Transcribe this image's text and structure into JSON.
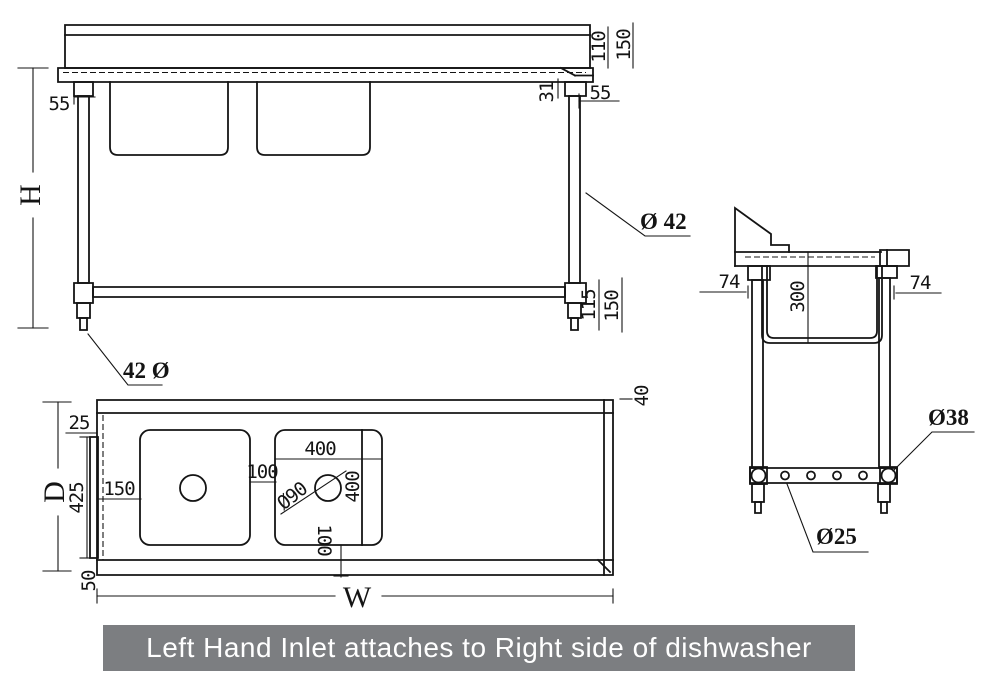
{
  "caption": {
    "text": "Left Hand Inlet attaches to Right side of dishwasher",
    "bg": "#7c7e81",
    "fg": "#ffffff"
  },
  "front_view": {
    "height_label": "H",
    "leg_inset_left": "55",
    "edge_step": "31",
    "leg_inset_right": "55",
    "splash_upper": "110",
    "splash_total": "150",
    "leg_diameter_right": "Ø 42",
    "leg_diameter_left": "42 Ø",
    "foot_lower": "115",
    "foot_total": "150"
  },
  "plan_view": {
    "top_ledge": "25",
    "inlet_length": "425",
    "depth_label": "D",
    "bottom_ledge": "50",
    "sink_offset": "150",
    "sink_gap": "100",
    "sink_width": "400",
    "sink_depth": "400",
    "drain_diameter": "Ø90",
    "sink_edge_offset": "100",
    "width_label": "W",
    "edge_overhang": "40"
  },
  "side_view": {
    "leg_offset_left": "74",
    "leg_offset_right": "74",
    "bowl_depth": "300",
    "leg_tube_diameter": "Ø38",
    "rail_hole_diameter": "Ø25"
  }
}
